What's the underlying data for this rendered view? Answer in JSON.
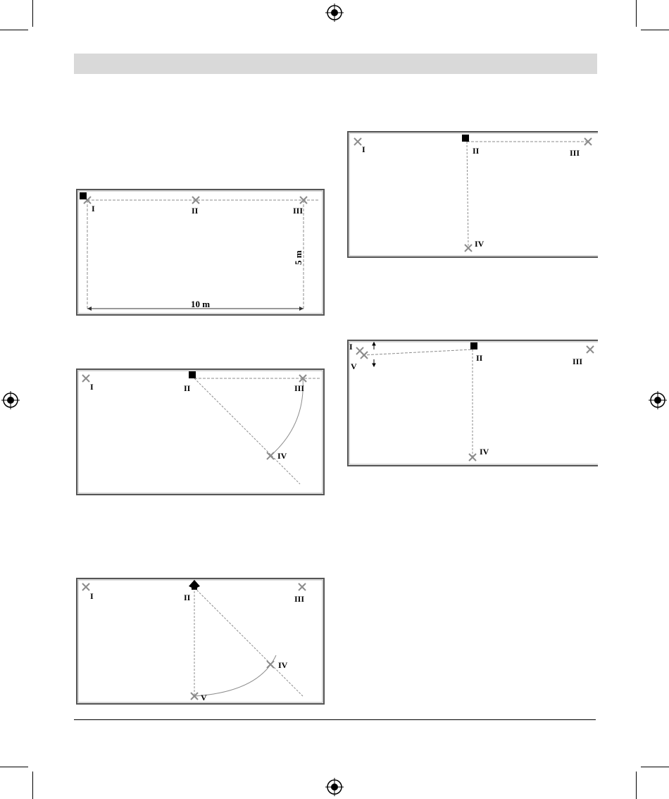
{
  "header": {
    "text": ""
  },
  "points": {
    "p1": "I",
    "p2": "II",
    "p3": "III",
    "p4": "IV",
    "p5": "V"
  },
  "dimensions": {
    "width": "10 m",
    "height": "5 m"
  },
  "colors": {
    "frame": "#555555",
    "cross": "#8c8c8c",
    "line": "#8c8c8c",
    "instrument": "#000000",
    "header_bar": "#d9d9d9"
  },
  "icons": {
    "registration": "registration-mark-icon",
    "point": "cross-marker-icon",
    "instrument": "laser-device-icon"
  }
}
